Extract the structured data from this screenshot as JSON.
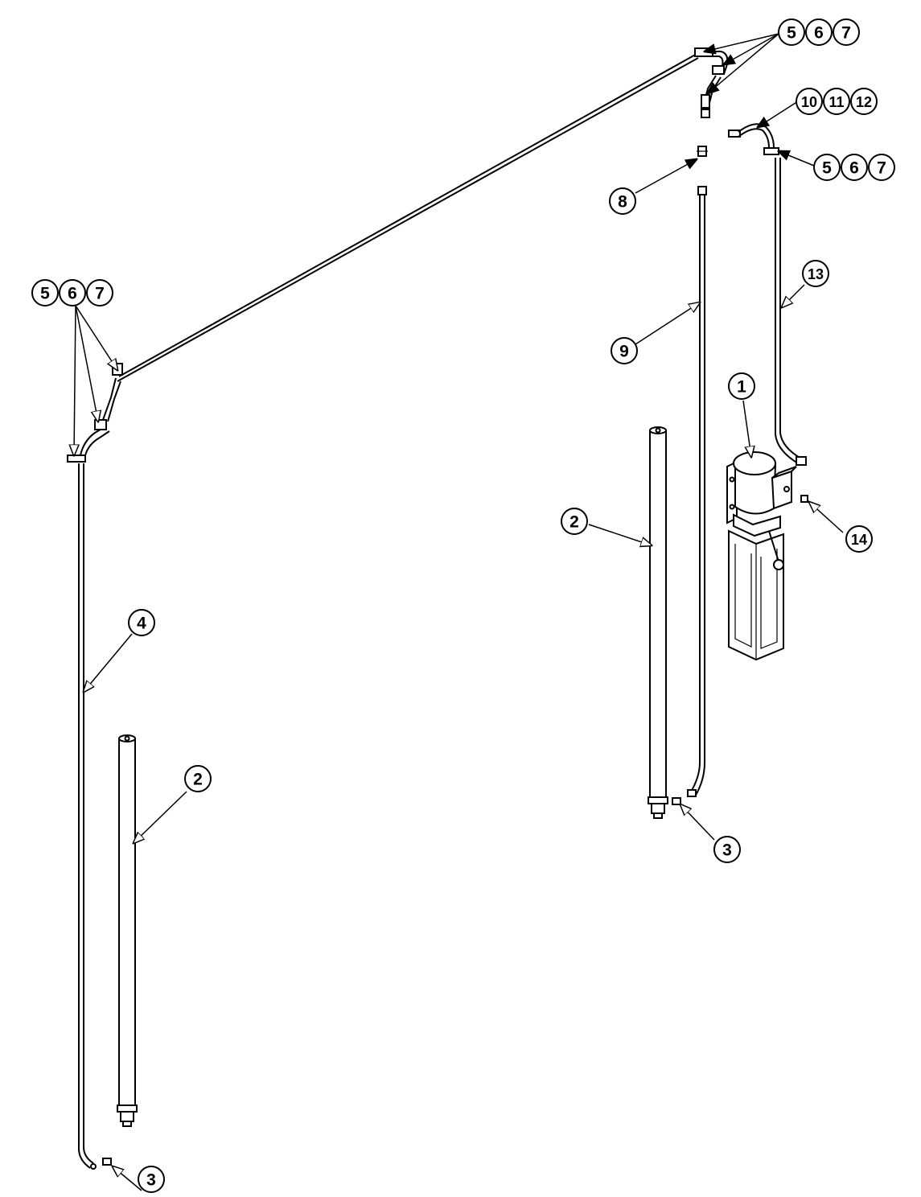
{
  "callouts": {
    "motor_pump": "1",
    "cylinder_left": "2",
    "cylinder_right": "2",
    "elbow_left": "3",
    "elbow_right": "3",
    "hose_left": "4",
    "group_top": [
      "5",
      "6",
      "7"
    ],
    "group_mid_right": [
      "5",
      "6",
      "7"
    ],
    "group_left": [
      "5",
      "6",
      "7"
    ],
    "tee_fitting": "8",
    "hose_right": "9",
    "group_fittings": [
      "10",
      "11",
      "12"
    ],
    "hose_supply": "13",
    "breather_cap": "14"
  }
}
